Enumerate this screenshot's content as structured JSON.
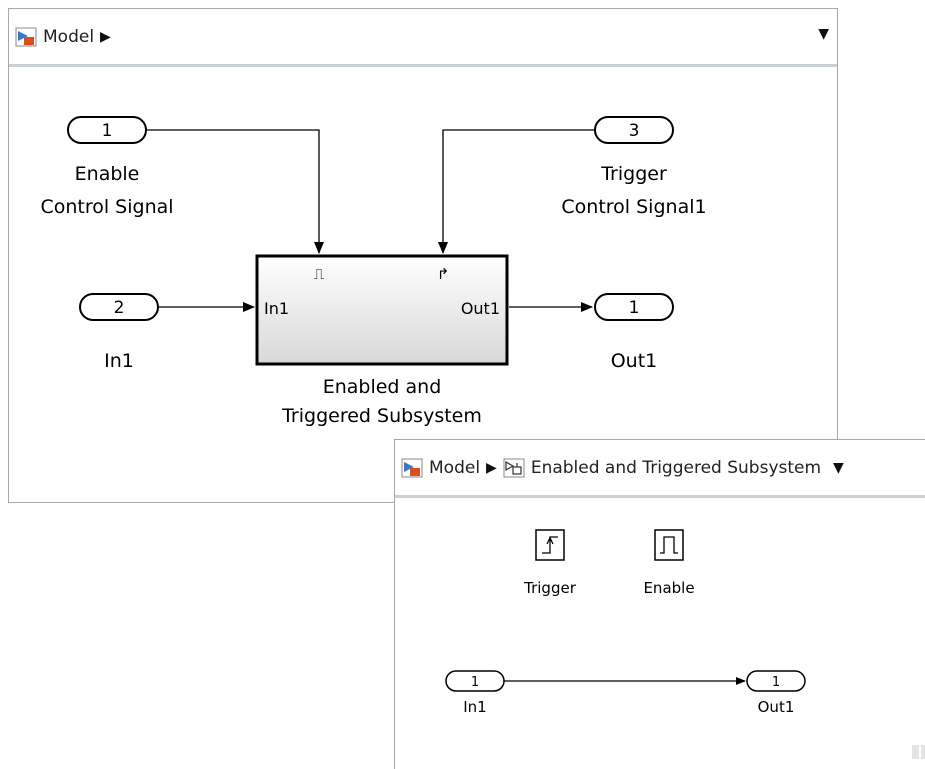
{
  "window1": {
    "breadcrumb": {
      "model_label": "Model"
    },
    "blocks": {
      "inport1": {
        "number": "1",
        "label_line1": "Enable",
        "label_line2": "Control Signal"
      },
      "inport2": {
        "number": "2",
        "label": "In1"
      },
      "inport3": {
        "number": "3",
        "label_line1": "Trigger",
        "label_line2": "Control Signal1"
      },
      "outport1": {
        "number": "1",
        "label": "Out1"
      },
      "subsystem": {
        "in_port": "In1",
        "out_port": "Out1",
        "label_line1": "Enabled and",
        "label_line2": "Triggered Subsystem",
        "enable_glyph": "⎍",
        "trigger_glyph": "↱"
      }
    }
  },
  "window2": {
    "breadcrumb": {
      "model_label": "Model",
      "subsystem_label": "Enabled and Triggered Subsystem"
    },
    "blocks": {
      "trigger": {
        "label": "Trigger"
      },
      "enable": {
        "label": "Enable"
      },
      "inport1": {
        "number": "1",
        "label": "In1"
      },
      "outport1": {
        "number": "1",
        "label": "Out1"
      }
    }
  },
  "icons": [
    "model-icon",
    "subsystem-icon",
    "chevron-right-icon",
    "dropdown-arrow-icon"
  ],
  "colors": {
    "border": "#a8a8a8",
    "block_gradient_top": "#ffffff",
    "block_gradient_bottom": "#d8d8d8",
    "model_icon_accent": "#d9501e",
    "model_icon_blue": "#3a78c8"
  }
}
